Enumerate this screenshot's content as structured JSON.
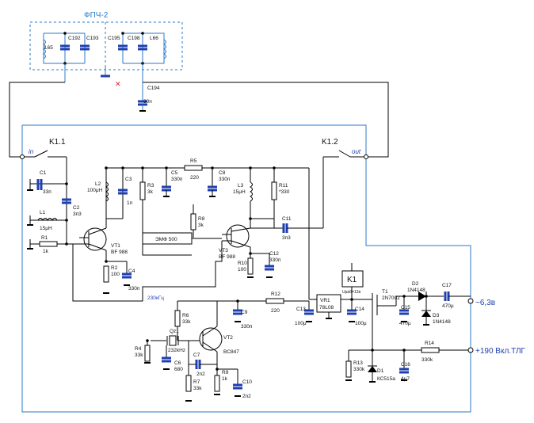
{
  "block_title": "ФПЧ-2",
  "switch_labels": {
    "k1_1": "K1.1",
    "k1_2": "K1.2",
    "in": "in",
    "out": "out"
  },
  "freq_label": "230кГц",
  "outputs": {
    "v63": "~6,3в",
    "v190": "+190 Вкл.ТЛГ"
  },
  "relay_label": "K1",
  "relay_sub": "Uраб=12в",
  "components": [
    {
      "ref": "L65",
      "value": ""
    },
    {
      "ref": "C192",
      "value": ""
    },
    {
      "ref": "C193",
      "value": ""
    },
    {
      "ref": "C195",
      "value": ""
    },
    {
      "ref": "C198",
      "value": ""
    },
    {
      "ref": "L66",
      "value": ""
    },
    {
      "ref": "C194",
      "value": "30п"
    },
    {
      "ref": "C1",
      "value": "33п"
    },
    {
      "ref": "C2",
      "value": "3п3"
    },
    {
      "ref": "L1",
      "value": "15μH"
    },
    {
      "ref": "R1",
      "value": "1k"
    },
    {
      "ref": "L2",
      "value": "100μH"
    },
    {
      "ref": "C3",
      "value": "1п"
    },
    {
      "ref": "R3",
      "value": "3k"
    },
    {
      "ref": "C5",
      "value": "330п"
    },
    {
      "ref": "R5",
      "value": "220"
    },
    {
      "ref": "C8",
      "value": "330п"
    },
    {
      "ref": "L3",
      "value": "15μH"
    },
    {
      "ref": "R11",
      "value": "*330"
    },
    {
      "ref": "C11",
      "value": "3п3"
    },
    {
      "ref": "R8",
      "value": "3k"
    },
    {
      "ref": "VT1",
      "value": "BF 988"
    },
    {
      "ref": "VT3",
      "value": "BF 988"
    },
    {
      "ref": "R2",
      "value": "100"
    },
    {
      "ref": "C4",
      "value": "330п"
    },
    {
      "ref": "R10",
      "value": "100"
    },
    {
      "ref": "C12",
      "value": "330п"
    },
    {
      "ref": "R6",
      "value": "33k"
    },
    {
      "ref": "C9",
      "value": "330п"
    },
    {
      "ref": "R12",
      "value": "220"
    },
    {
      "ref": "Qz1",
      "value": "232kHz"
    },
    {
      "ref": "VT2",
      "value": "BC847"
    },
    {
      "ref": "R4",
      "value": "33k"
    },
    {
      "ref": "C6",
      "value": "680"
    },
    {
      "ref": "C7",
      "value": "2п2"
    },
    {
      "ref": "R7",
      "value": "33k"
    },
    {
      "ref": "R9",
      "value": "1k"
    },
    {
      "ref": "C10",
      "value": "2п2"
    },
    {
      "ref": "C13",
      "value": "100μ"
    },
    {
      "ref": "VR1",
      "value": "78L08"
    },
    {
      "ref": "C14",
      "value": "100μ"
    },
    {
      "ref": "T1",
      "value": "2N7002"
    },
    {
      "ref": "D2",
      "value": "1N4148"
    },
    {
      "ref": "C15",
      "value": "470μ"
    },
    {
      "ref": "D3",
      "value": "1N4148"
    },
    {
      "ref": "C17",
      "value": "470μ"
    },
    {
      "ref": "R13",
      "value": "330k"
    },
    {
      "ref": "D1",
      "value": "КС515а"
    },
    {
      "ref": "C16",
      "value": "4μ7"
    },
    {
      "ref": "R14",
      "value": "330k"
    }
  ],
  "emf_label": "ЭМФ 500"
}
